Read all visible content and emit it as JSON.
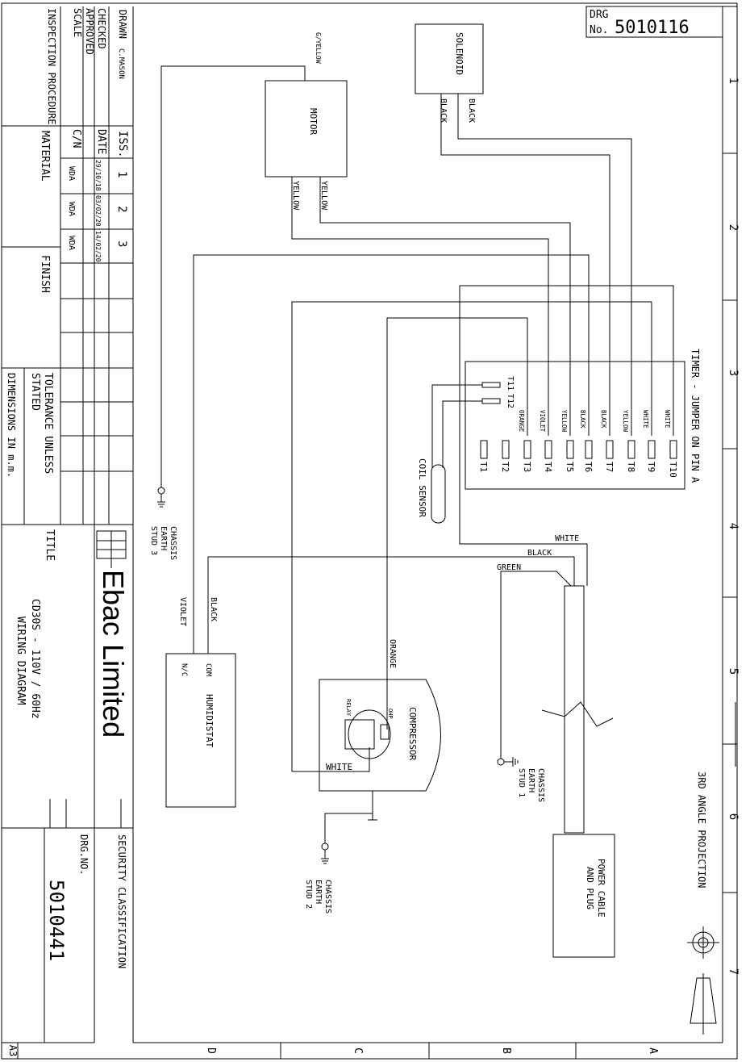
{
  "drawing_number_top": "5010116",
  "drg_label": "DRG",
  "no_label": "No.",
  "title_block": {
    "drawn_label": "DRAWN",
    "drawn_by": "C.MASON",
    "checked_label": "CHECKED",
    "approved_label": "APPROVED",
    "scale_label": "SCALE",
    "inspection_label": "INSPECTION PROCEDURE",
    "iss_label": "ISS.",
    "date_label": "DATE",
    "cn_label": "C/N",
    "issues": [
      "1",
      "2",
      "3"
    ],
    "dates": [
      "29/10/18",
      "03/02/20",
      "14/02/20"
    ],
    "cns": [
      "WDA",
      "WDA",
      "WDA"
    ],
    "material_label": "MATERIAL",
    "finish_label": "FINISH",
    "tolerance_line1": "TOLERANCE UNLESS",
    "tolerance_line2": "STATED",
    "dimensions_label": "DIMENSIONS IN m.m.",
    "title_label": "TITLE",
    "title_line1": "CD30S - 110V / 60Hz",
    "title_line2": "WIRING DIAGRAM",
    "company": "Ebac Limited",
    "security_label": "SECURITY CLASSIFICATION",
    "drgno_label": "DRG.NO.",
    "drgno": "5010441"
  },
  "components": {
    "solenoid": "SOLENOID",
    "motor": "MOTOR",
    "timer": "TIMER - JUMPER ON PIN A",
    "coil_sensor": "COIL SENSOR",
    "humidistat": "HUMIDISTAT",
    "humidistat_com": "COM",
    "humidistat_nc": "N/C",
    "compressor": "COMPRESSOR",
    "relay": "RELAY",
    "ohp": "OHP",
    "power_cable": "POWER CABLE AND PLUG",
    "chassis_earth_1": "CHASSIS EARTH STUD 1",
    "chassis_earth_2": "CHASSIS EARTH STUD 2",
    "chassis_earth_3": "CHASSIS EARTH STUD 3",
    "projection": "3RD ANGLE PROJECTION"
  },
  "timer_terminals": [
    "T10",
    "T9",
    "T8",
    "T7",
    "T6",
    "T5",
    "T4",
    "T3",
    "T2",
    "T1"
  ],
  "timer_wire_colors": [
    "WHITE",
    "WHITE",
    "YELLOW",
    "BLACK",
    "BLACK",
    "YELLOW",
    "VIOLET",
    "ORANGE"
  ],
  "sensor_terminals": [
    "T11",
    "T12"
  ],
  "wire_labels": {
    "motor_gy": "G/YELLOW",
    "motor_y1": "YELLOW",
    "motor_y2": "YELLOW",
    "sol_b1": "BLACK",
    "sol_b2": "BLACK",
    "white": "WHITE",
    "black": "BLACK",
    "green": "GREEN",
    "humi_black": "BLACK",
    "humi_violet": "VIOLET",
    "comp_orange": "ORANGE",
    "comp_white": "WHITE"
  },
  "grid_numbers": [
    "1",
    "2",
    "3",
    "4",
    "5",
    "6",
    "7"
  ],
  "grid_letters": [
    "A",
    "B",
    "C",
    "D"
  ],
  "corner_tag": "A3"
}
